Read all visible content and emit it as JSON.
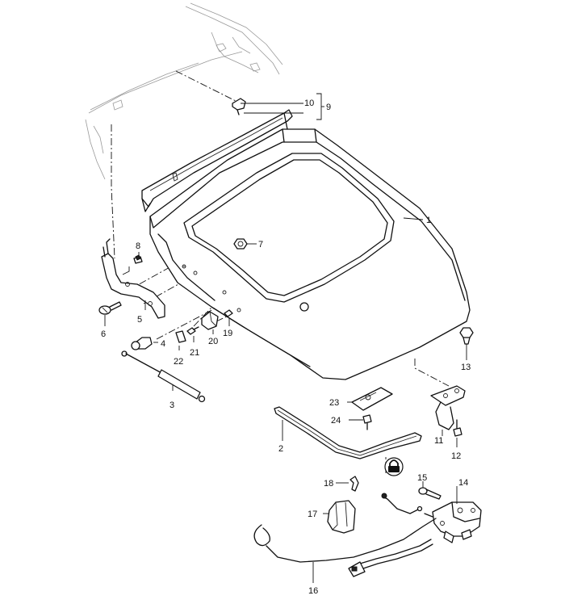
{
  "callouts": {
    "c1": "1",
    "c2": "2",
    "c3": "3",
    "c4": "4",
    "c5": "5",
    "c6": "6",
    "c7": "7",
    "c8": "8",
    "c9": "9",
    "c10": "10",
    "c11": "11",
    "c12": "12",
    "c13": "13",
    "c14": "14",
    "c15": "15",
    "c16": "16",
    "c17": "17",
    "c18": "18",
    "c19": "19",
    "c20": "20",
    "c21": "21",
    "c22": "22",
    "c23": "23",
    "c24": "24"
  },
  "colors": {
    "line": "#111111",
    "ghost": "#9a9a9a",
    "background": "#ffffff"
  },
  "icons": {
    "lock_symbol": "padlock-badge-icon"
  }
}
